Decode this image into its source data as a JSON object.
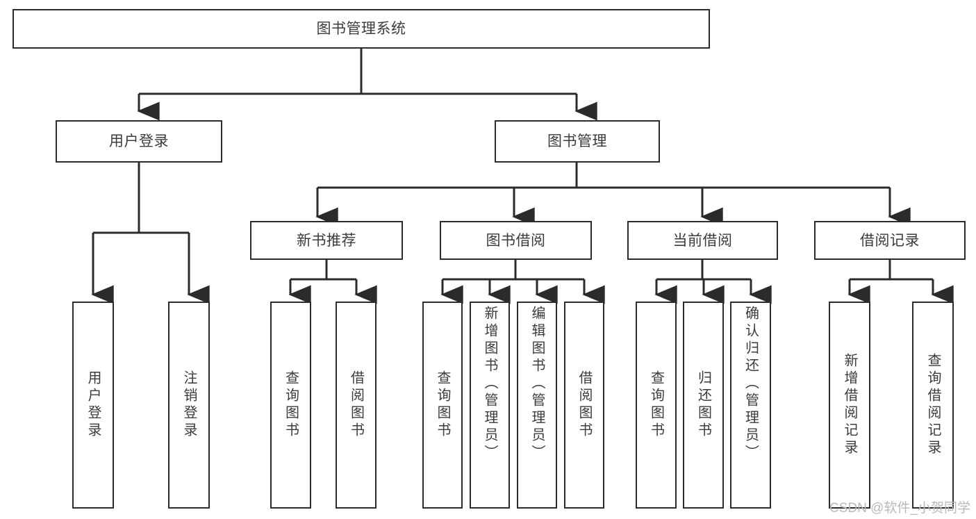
{
  "diagram": {
    "type": "tree-hierarchy",
    "title": "图书管理系统",
    "watermark": "CSDN @软件_小贺同学",
    "colors": {
      "box_border": "#2b2b2b",
      "box_fill": "#ffffff",
      "text": "#3b3b3b",
      "edge": "#2b2b2b",
      "background": "#ffffff",
      "watermark": "#b9b9b9"
    },
    "nodes": {
      "root": {
        "id": "root",
        "label": "图书管理系统",
        "level": 1,
        "orientation": "horizontal"
      },
      "l2": [
        {
          "id": "user-login",
          "label": "用户登录",
          "level": 2,
          "orientation": "horizontal"
        },
        {
          "id": "book-manage",
          "label": "图书管理",
          "level": 2,
          "orientation": "horizontal"
        }
      ],
      "l3": [
        {
          "id": "new-book-recommend",
          "label": "新书推荐",
          "level": 3,
          "orientation": "horizontal",
          "parent": "book-manage"
        },
        {
          "id": "book-borrow",
          "label": "图书借阅",
          "level": 3,
          "orientation": "horizontal",
          "parent": "book-manage"
        },
        {
          "id": "current-borrow",
          "label": "当前借阅",
          "level": 3,
          "orientation": "horizontal",
          "parent": "book-manage"
        },
        {
          "id": "borrow-record",
          "label": "借阅记录",
          "level": 3,
          "orientation": "horizontal",
          "parent": "book-manage"
        }
      ],
      "leaves": [
        {
          "id": "leaf-user-login",
          "label": "用户登录",
          "parent": "user-login",
          "orientation": "vertical"
        },
        {
          "id": "leaf-user-logout",
          "label": "注销登录",
          "parent": "user-login",
          "orientation": "vertical"
        },
        {
          "id": "leaf-query-book-1",
          "label": "查询图书",
          "parent": "new-book-recommend",
          "orientation": "vertical"
        },
        {
          "id": "leaf-borrow-book-1",
          "label": "借阅图书",
          "parent": "new-book-recommend",
          "orientation": "vertical"
        },
        {
          "id": "leaf-query-book-2",
          "label": "查询图书",
          "parent": "book-borrow",
          "orientation": "vertical"
        },
        {
          "id": "leaf-add-book",
          "label": "新增图书（管理员）",
          "parent": "book-borrow",
          "orientation": "vertical"
        },
        {
          "id": "leaf-edit-book",
          "label": "编辑图书（管理员）",
          "parent": "book-borrow",
          "orientation": "vertical"
        },
        {
          "id": "leaf-borrow-book-2",
          "label": "借阅图书",
          "parent": "book-borrow",
          "orientation": "vertical"
        },
        {
          "id": "leaf-query-book-3",
          "label": "查询图书",
          "parent": "current-borrow",
          "orientation": "vertical"
        },
        {
          "id": "leaf-return-book",
          "label": "归还图书",
          "parent": "current-borrow",
          "orientation": "vertical"
        },
        {
          "id": "leaf-confirm-return",
          "label": "确认归还（管理员）",
          "parent": "current-borrow",
          "orientation": "vertical"
        },
        {
          "id": "leaf-add-record",
          "label": "新增借阅记录",
          "parent": "borrow-record",
          "orientation": "vertical"
        },
        {
          "id": "leaf-query-record",
          "label": "查询借阅记录",
          "parent": "borrow-record",
          "orientation": "vertical"
        }
      ]
    }
  }
}
